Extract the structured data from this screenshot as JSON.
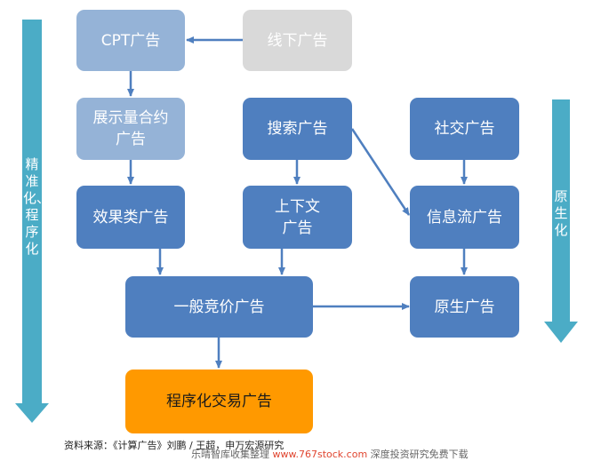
{
  "colors": {
    "dark_blue": "#4f7fbf",
    "light_blue": "#95b3d7",
    "gray": "#d9d9d9",
    "orange": "#ff9900",
    "side_arrow": "#4bacc6"
  },
  "nodes": {
    "cpt": "CPT广告",
    "offline": "线下广告",
    "display_contract": "展示量合约\n广告",
    "search": "搜索广告",
    "social": "社交广告",
    "performance": "效果类广告",
    "contextual": "上下文\n广告",
    "feed": "信息流广告",
    "bidding": "一般竞价广告",
    "native": "原生广告",
    "programmatic": "程序化交易广告"
  },
  "side_labels": {
    "left": "精准化、程序化",
    "right": "原生化"
  },
  "footer": {
    "source": "资料来源：《计算广告》刘鹏 / 王超，申万宏源研究",
    "watermark_prefix": "乐晴智库收集整理",
    "watermark_site": "www.767stock.com",
    "watermark_suffix": "深度投资研究免费下载"
  }
}
